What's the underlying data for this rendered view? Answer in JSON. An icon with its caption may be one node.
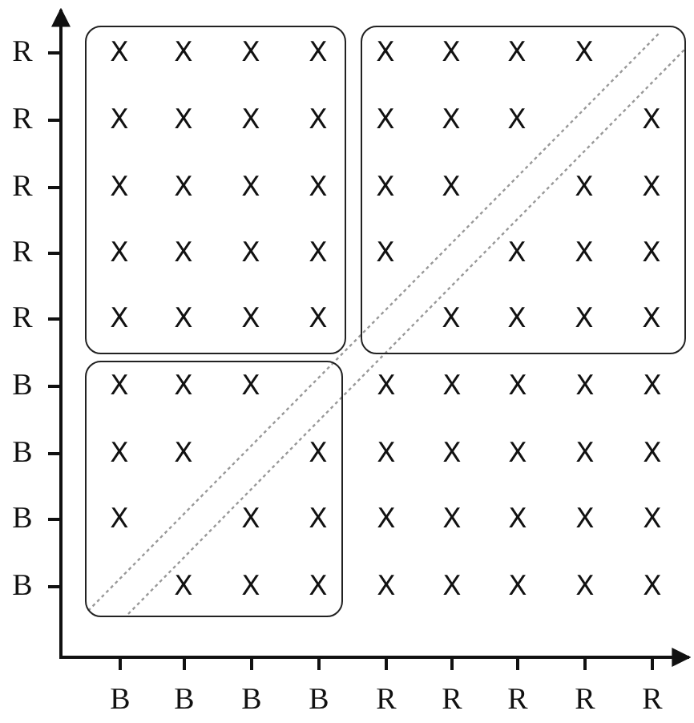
{
  "diagram": {
    "nodes": [
      {
        "text": [
          "X",
          "X",
          "X",
          "X",
          "X",
          "X",
          "X",
          "X",
          "X",
          "X",
          "X",
          "X",
          "X",
          "X",
          "X",
          "X",
          "X",
          "X",
          "X",
          "X"
        ]
      },
      {
        "text": [
          "X",
          "X",
          "X",
          "X",
          "X",
          "X",
          "X",
          "X",
          "X",
          "X",
          "X",
          "X",
          "X",
          "X",
          "X",
          "X",
          "X",
          "X",
          "X",
          "X"
        ]
      },
      {
        "text": [
          "X",
          "X",
          "X",
          "X",
          "X",
          "X",
          "X",
          "X",
          "X",
          "X",
          "X",
          "X"
        ]
      }
    ],
    "labels": [
      "R",
      "R",
      "R",
      "R",
      "R",
      "B",
      "X",
      "X",
      "X",
      "X",
      "X",
      "B",
      "X",
      "X",
      "X",
      "X",
      "X",
      "B",
      "X",
      "X",
      "X",
      "X",
      "X",
      "B",
      "X",
      "X",
      "X",
      "X",
      "X",
      "B",
      "B",
      "B",
      "B",
      "R",
      "R",
      "R",
      "R",
      "R"
    ]
  }
}
